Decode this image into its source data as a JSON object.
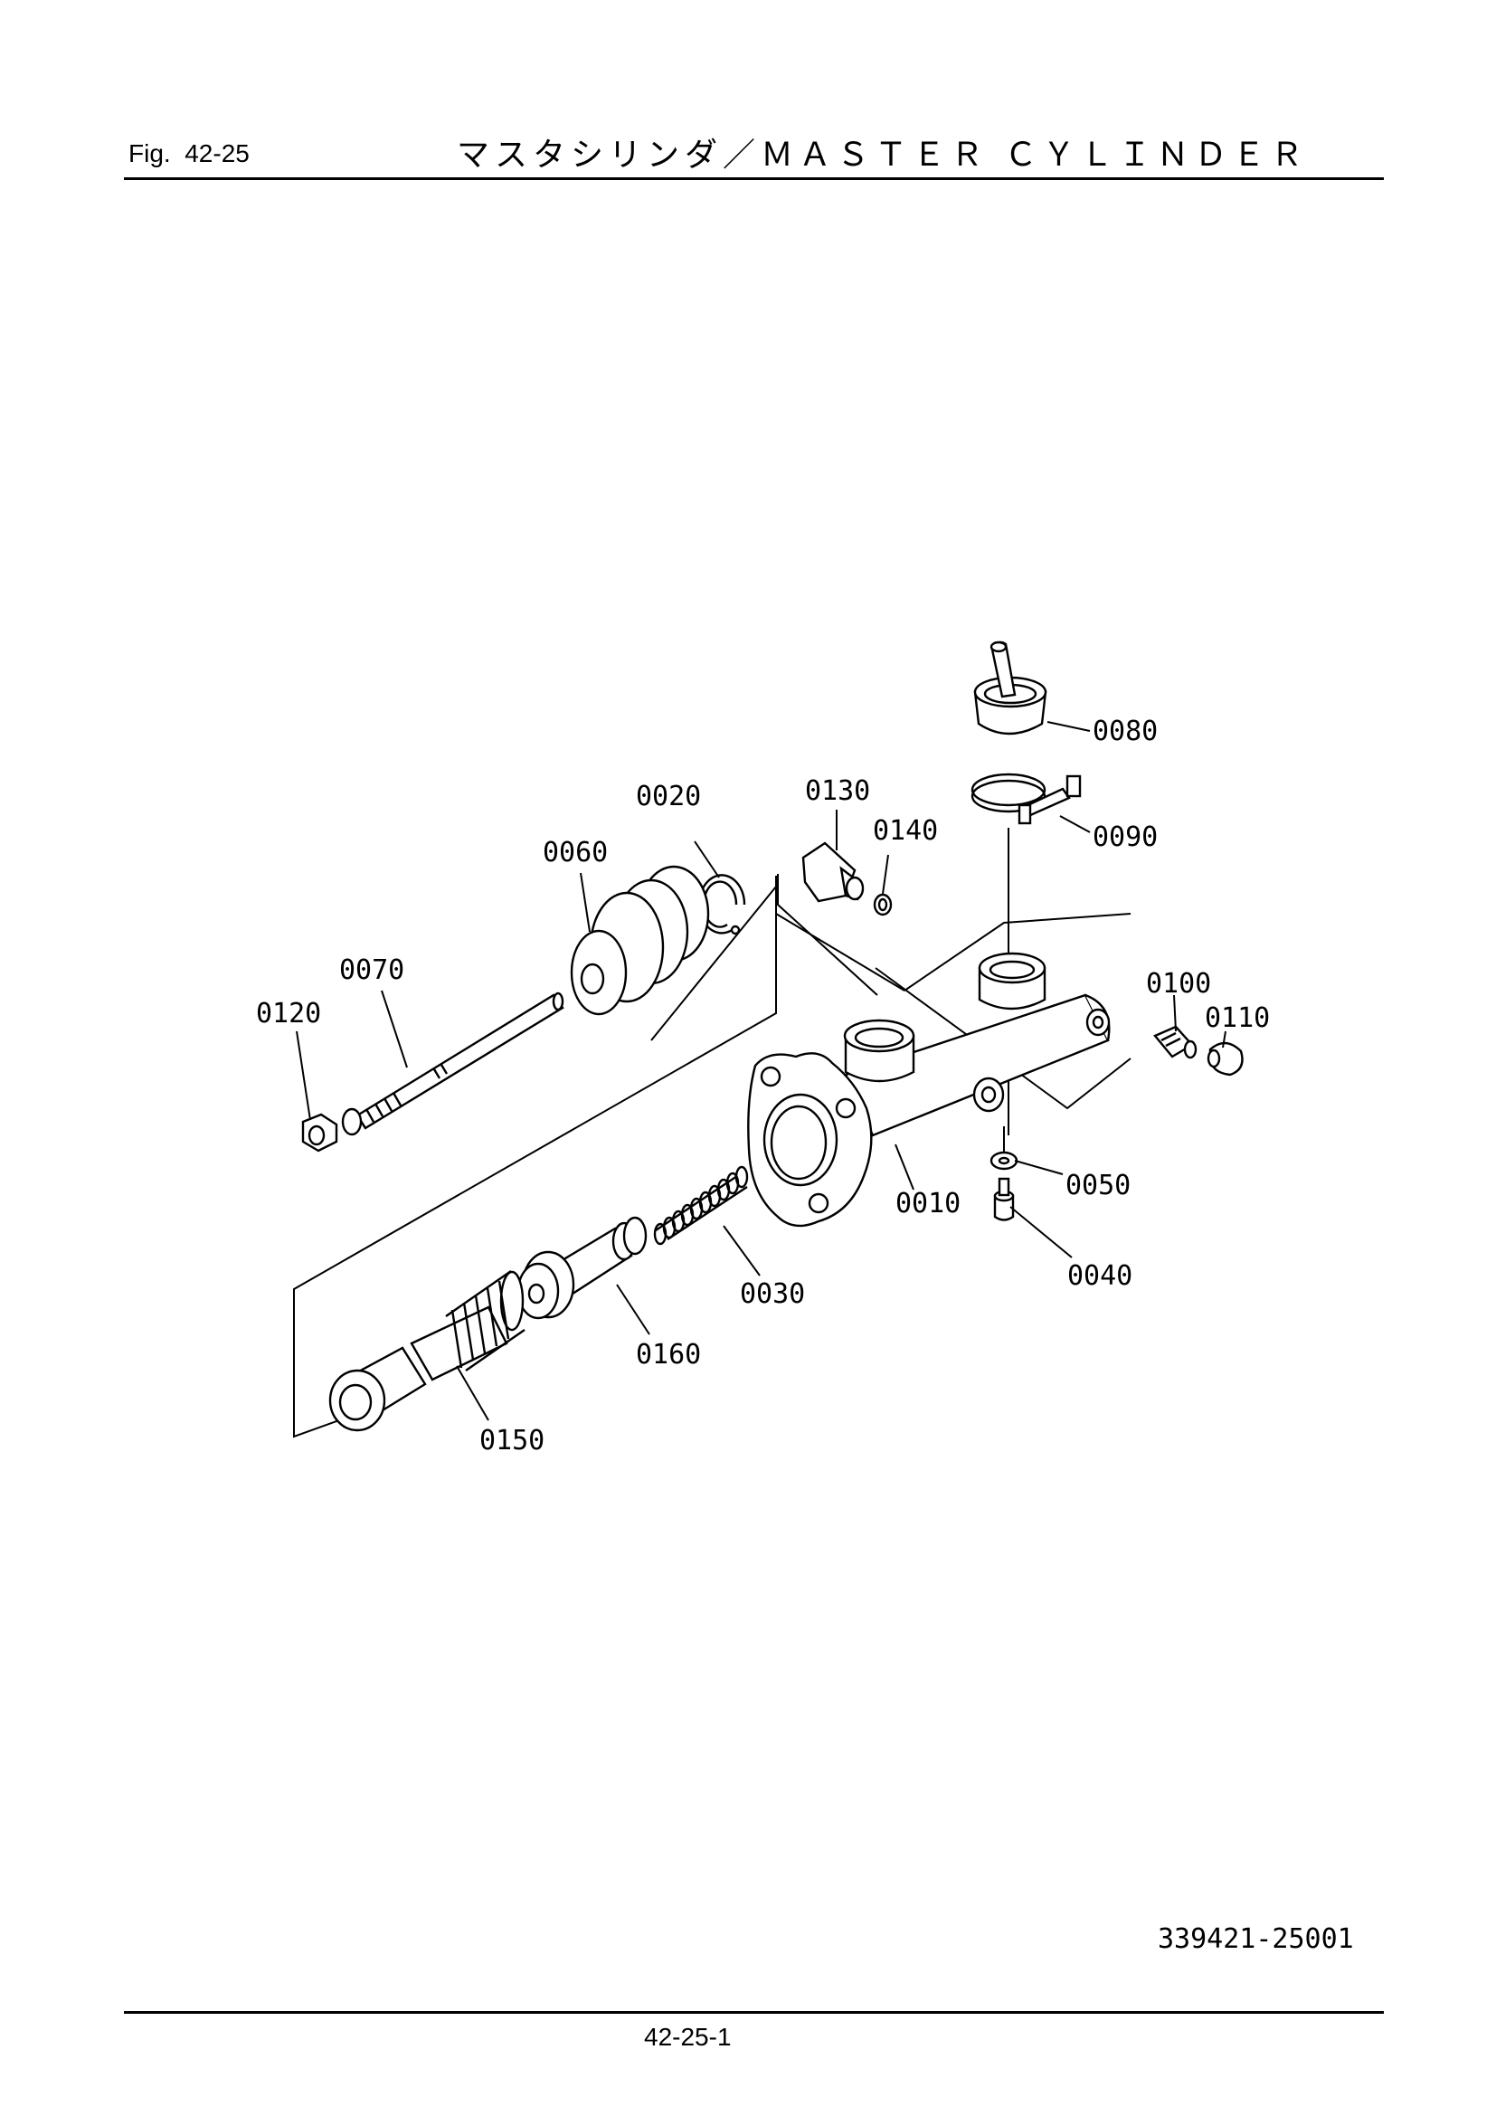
{
  "header": {
    "figure_number": "Fig.  42-25",
    "title": "マスタシリンダ／ＭＡＳＴＥＲ ＣＹＬＩＮＤＥＲ"
  },
  "callouts": {
    "p0010": "0010",
    "p0020": "0020",
    "p0030": "0030",
    "p0040": "0040",
    "p0050": "0050",
    "p0060": "0060",
    "p0070": "0070",
    "p0080": "0080",
    "p0090": "0090",
    "p0100": "0100",
    "p0110": "0110",
    "p0120": "0120",
    "p0130": "0130",
    "p0140": "0140",
    "p0150": "0150",
    "p0160": "0160"
  },
  "footer": {
    "drawing_number": "339421-25001",
    "page_number": "42-25-1"
  }
}
